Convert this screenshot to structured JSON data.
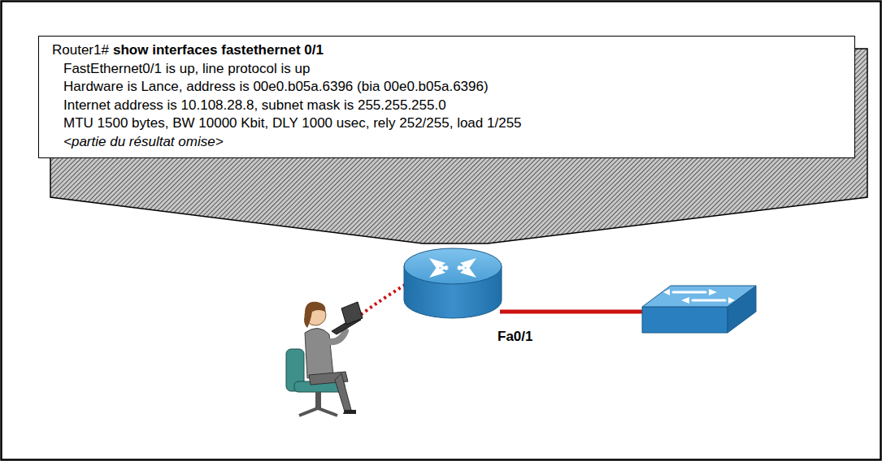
{
  "diagram": {
    "nodes": [
      {
        "text": [
          "Router1#",
          "show interfaces fastethernet 0/1",
          "FastEthernet0/1 is up, line protocol is up",
          "Hardware is Lance, address is 00e0.b05a.6396 (bia 00e0.b05a.6396)",
          "Internet address is 10.108.28.8, subnet mask is 255.255.255.0",
          "MTU 1500 bytes, BW 10000 Kbit, DLY 1000 usec, rely 252/255, load 1/255",
          "<partie du résultat omise>"
        ]
      }
    ],
    "labels": [
      "Fa0/1"
    ]
  }
}
